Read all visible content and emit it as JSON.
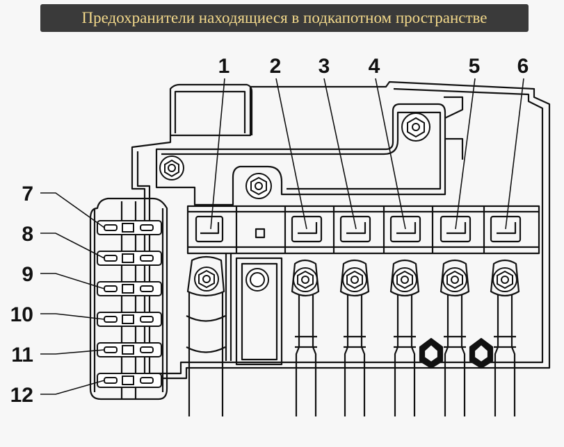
{
  "title": "Предохранители находящиеся в подкапотном пространстве",
  "colors": {
    "banner_bg": "#3a3a3a",
    "banner_text": "#f3d98b",
    "ink": "#111111",
    "background": "#f7f7f7"
  },
  "top_labels": [
    "1",
    "2",
    "3",
    "4",
    "5",
    "6"
  ],
  "side_labels": [
    "7",
    "8",
    "9",
    "10",
    "11",
    "12"
  ]
}
